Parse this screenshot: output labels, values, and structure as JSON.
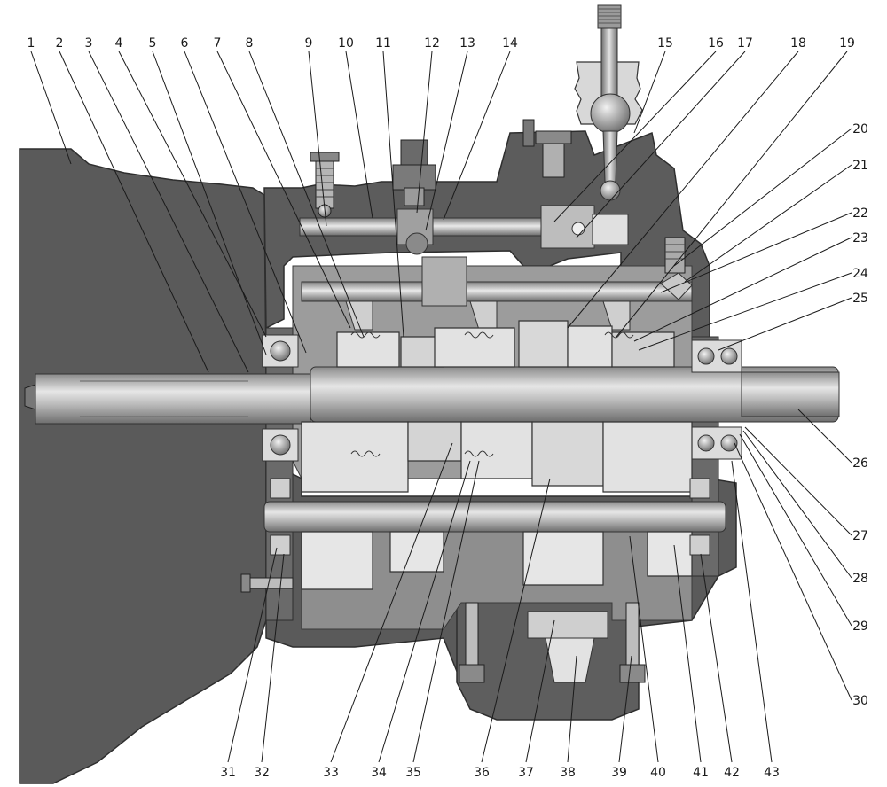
{
  "figure": {
    "title": "",
    "callouts": {
      "top": [
        "1",
        "2",
        "3",
        "4",
        "5",
        "6",
        "7",
        "8",
        "9",
        "10",
        "11",
        "12",
        "13",
        "14",
        "15",
        "16",
        "17",
        "18",
        "19"
      ],
      "right": [
        "20",
        "21",
        "22",
        "23",
        "24",
        "25",
        "26",
        "27",
        "28",
        "29",
        "30"
      ],
      "bottom": [
        "43",
        "42",
        "41",
        "40",
        "39",
        "38",
        "37",
        "36",
        "35",
        "34",
        "33",
        "32",
        "31"
      ]
    }
  }
}
